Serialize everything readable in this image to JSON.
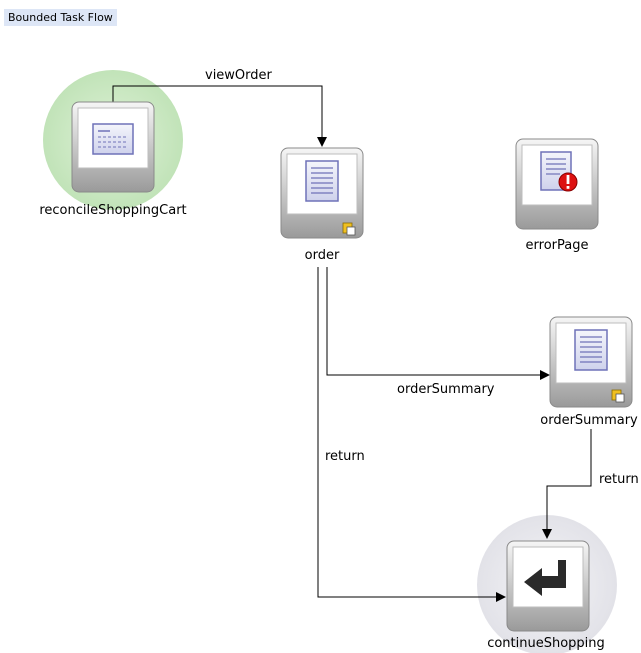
{
  "header": {
    "tag": "Bounded Task Flow"
  },
  "nodes": {
    "reconcile": {
      "label": "reconcileShoppingCart",
      "icon": "method-call-icon",
      "default_activity": true
    },
    "order": {
      "label": "order",
      "icon": "view-page-icon",
      "badge": "page-fragment-badge"
    },
    "errorPage": {
      "label": "errorPage",
      "icon": "error-page-icon",
      "badge": "error-badge"
    },
    "orderSummary": {
      "label": "orderSummary",
      "icon": "view-page-icon",
      "badge": "page-fragment-badge"
    },
    "continueShopping": {
      "label": "continueShopping",
      "icon": "task-flow-return-icon",
      "return_activity": true
    }
  },
  "edges": {
    "viewOrder": {
      "label": "viewOrder",
      "from": "reconcileShoppingCart",
      "to": "order"
    },
    "orderSummary": {
      "label": "orderSummary",
      "from": "order",
      "to": "orderSummary"
    },
    "returnFromOrder": {
      "label": "return",
      "from": "order",
      "to": "continueShopping"
    },
    "returnFromSummary": {
      "label": "return",
      "from": "orderSummary",
      "to": "continueShopping"
    }
  },
  "colors": {
    "default_activity_halo": "#c8e6c0",
    "return_activity_halo": "#e8e8ee",
    "node_frame": "#8c8c8c",
    "page_icon": "#6f72b8",
    "error_badge": "#dd1111",
    "fragment_badge": "#f0c020",
    "tag_background": "#dde6f6"
  }
}
